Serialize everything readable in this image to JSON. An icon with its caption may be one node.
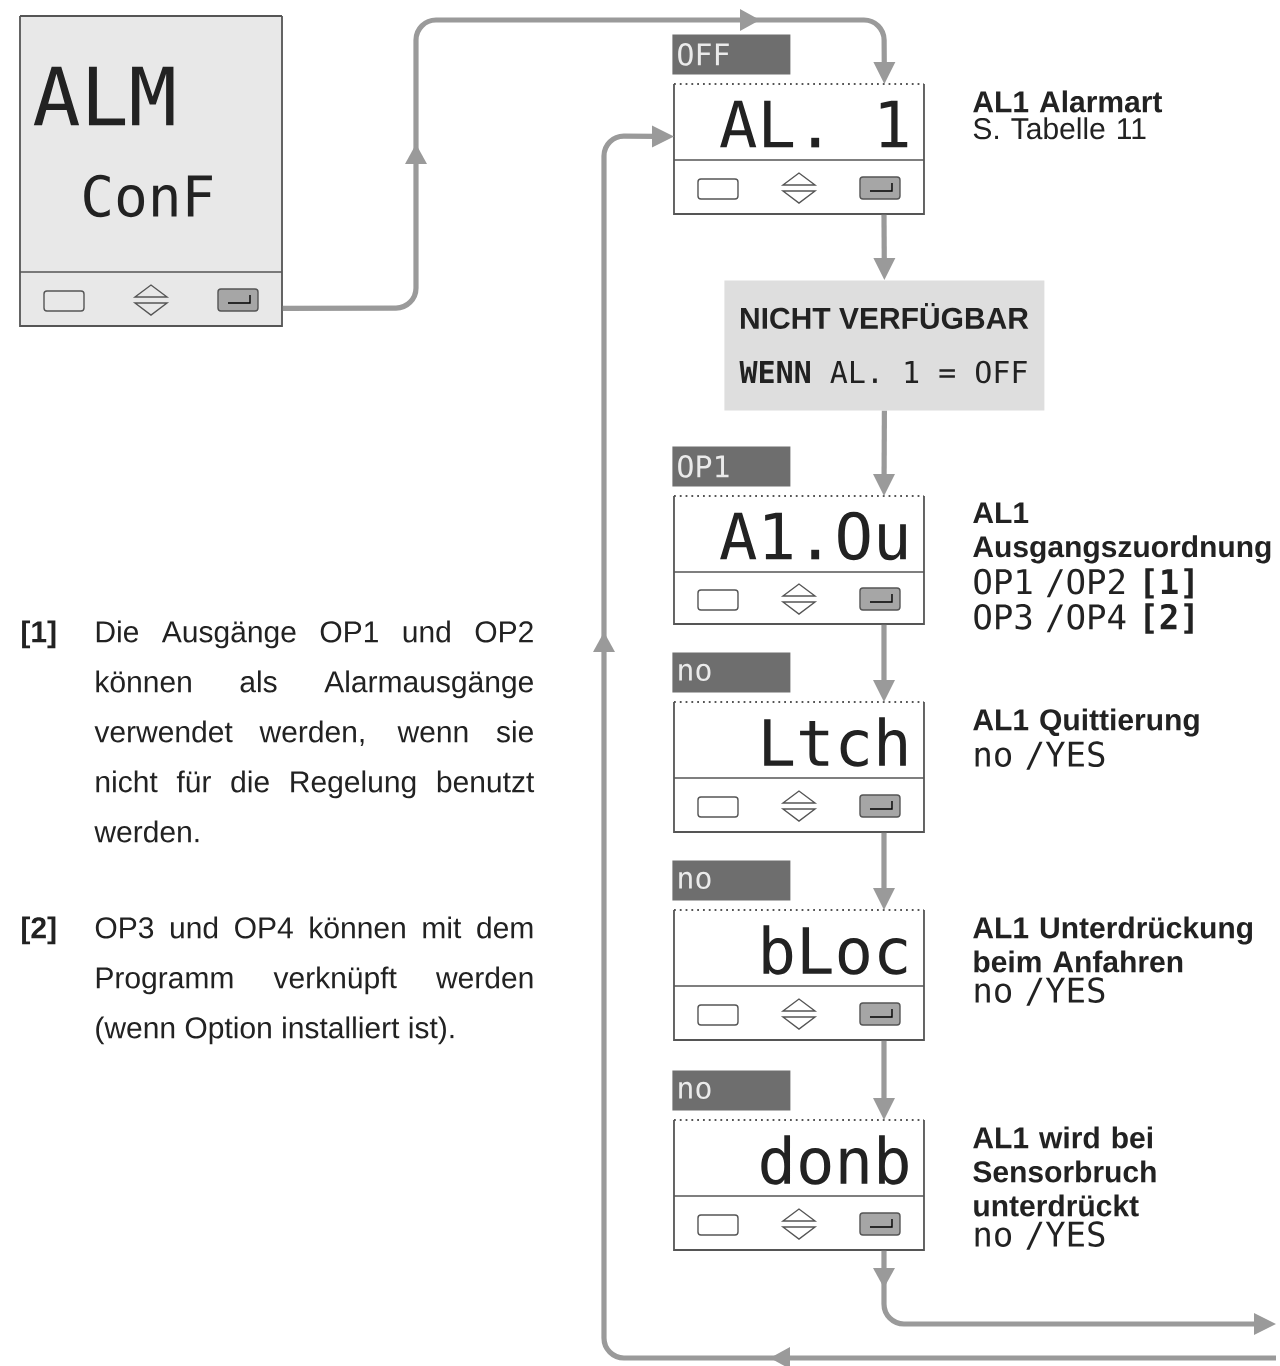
{
  "diagram": {
    "nodes": [
      {
        "text": [
          "ALM",
          "ConF"
        ]
      },
      {
        "text": [
          "OFF",
          "AL. 1"
        ],
        "beside": [
          "AL1 Alarmart",
          "S. Tabelle 11"
        ]
      },
      {
        "text": [
          "NICHT VERFÜGBAR",
          "**WENN** AL. 1 = OFF"
        ]
      },
      {
        "text": [
          "OP1",
          "A1.Ou"
        ],
        "beside": [
          "AL1 Ausgangszuordnung",
          "OP1 /OP2 **[1]**",
          "OP3 /OP4 **[2]**"
        ]
      },
      {
        "text": [
          "no",
          "Ltch"
        ],
        "beside": [
          "AL1 Quittierung",
          "no /YES"
        ]
      },
      {
        "text": [
          "no",
          "bLoc"
        ],
        "beside": [
          "AL1 Unterdrückung beim Anfahren",
          "no /YES"
        ]
      },
      {
        "text": [
          "no",
          "donb"
        ],
        "beside": [
          "AL1 wird bei Sensorbruch unterdrückt",
          "no /YES"
        ]
      }
    ],
    "edges": [
      {
        "from": 0,
        "to": 1,
        "arrow": "to"
      },
      {
        "from": 1,
        "to": 2,
        "arrow": "to"
      },
      {
        "from": 2,
        "to": 3,
        "arrow": "to"
      },
      {
        "from": 3,
        "to": 4,
        "arrow": "to"
      },
      {
        "from": 4,
        "to": 5,
        "arrow": "to"
      },
      {
        "from": 5,
        "to": 6,
        "arrow": "to"
      },
      {
        "from": 6,
        "to": null,
        "arrow": "to"
      },
      {
        "from": null,
        "to": 1,
        "arrow": "to"
      }
    ],
    "labels": [
      "[1]",
      "Die Ausgänge OP1 und OP2 können als Alarmausgänge verwendet werden, wenn sie nicht für die Regelung benutzt werden.",
      "[2]",
      "OP3 und OP4 können mit dem Programm verknüpft werden (wenn Option installiert ist)."
    ]
  }
}
